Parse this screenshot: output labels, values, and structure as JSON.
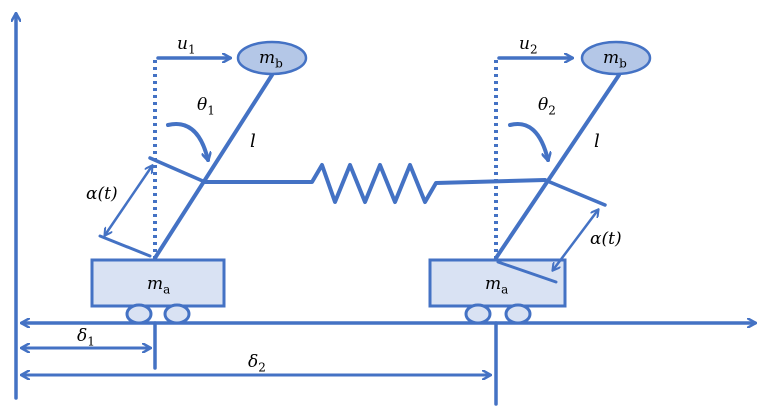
{
  "colors": {
    "line": "#4472C4",
    "fill_light": "#D9E2F3",
    "mass_fill": "#B4C7E7",
    "text": "#000000"
  },
  "labels": {
    "u1": {
      "base": "u",
      "sub": "1"
    },
    "u2": {
      "base": "u",
      "sub": "2"
    },
    "mb_left": {
      "base": "m",
      "sub": "b"
    },
    "mb_right": {
      "base": "m",
      "sub": "b"
    },
    "ma_left": {
      "base": "m",
      "sub": "a"
    },
    "ma_right": {
      "base": "m",
      "sub": "a"
    },
    "theta1": {
      "base": "θ",
      "sub": "1"
    },
    "theta2": {
      "base": "θ",
      "sub": "2"
    },
    "l_left": "l",
    "l_right": "l",
    "alpha_left": "α(t)",
    "alpha_right": "α(t)",
    "delta1": {
      "base": "δ",
      "sub": "1"
    },
    "delta2": {
      "base": "δ",
      "sub": "2"
    }
  }
}
